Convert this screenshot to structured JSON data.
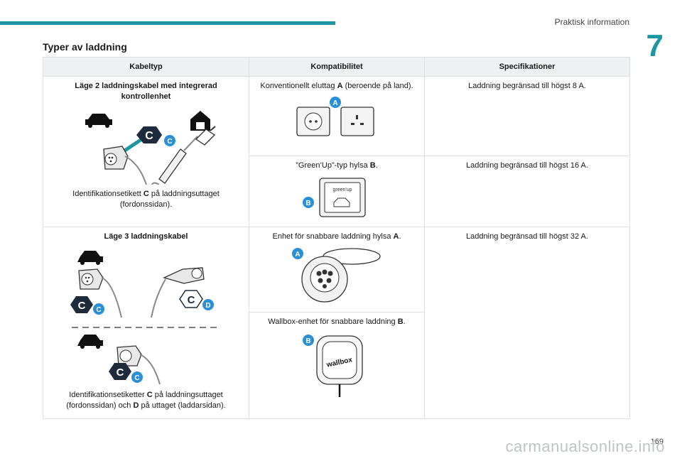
{
  "header": {
    "section_name": "Praktisk information",
    "chapter_number": "7"
  },
  "title": "Typer av laddning",
  "table": {
    "columns": [
      "Kabeltyp",
      "Kompatibilitet",
      "Specifikationer"
    ],
    "row1": {
      "cable_title": "Läge 2 laddningskabel med integrerad kontrollenhet",
      "cable_caption_pre": "Identifikationsetikett ",
      "cable_caption_bold": "C",
      "cable_caption_post": " på laddningsuttaget (fordonssidan).",
      "compat_a_pre": "Konventionellt eluttag ",
      "compat_a_bold": "A",
      "compat_a_post": " (beroende på land).",
      "spec_a": "Laddning begränsad till högst 8 A.",
      "compat_b_pre": "”Green’Up”-typ hylsa ",
      "compat_b_bold": "B",
      "compat_b_post": ".",
      "spec_b": "Laddning begränsad till högst 16 A.",
      "greenup_label": "green'up"
    },
    "row2": {
      "cable_title": "Läge 3 laddningskabel",
      "cable_caption_pre": "Identifikationsetiketter ",
      "cable_caption_bold1": "C",
      "cable_caption_mid": " på laddningsuttaget (fordonssidan) och ",
      "cable_caption_bold2": "D",
      "cable_caption_post": " på uttaget (laddarsidan).",
      "compat_a_pre": "Enhet för snabbare laddning hylsa ",
      "compat_a_bold": "A",
      "compat_a_post": ".",
      "spec": "Laddning begränsad till högst 32 A.",
      "compat_b_pre": "Wallbox-enhet för snabbare laddning ",
      "compat_b_bold": "B",
      "compat_b_post": ".",
      "wallbox_label": "wallbox"
    },
    "badges": {
      "a": "A",
      "b": "B",
      "c": "C",
      "d": "D"
    }
  },
  "footer": {
    "page_number": "169",
    "watermark": "carmanualsonline.info"
  },
  "colors": {
    "accent": "#1f97a3",
    "badge": "#2b8fd6",
    "label_dark": "#1d2b3a"
  }
}
